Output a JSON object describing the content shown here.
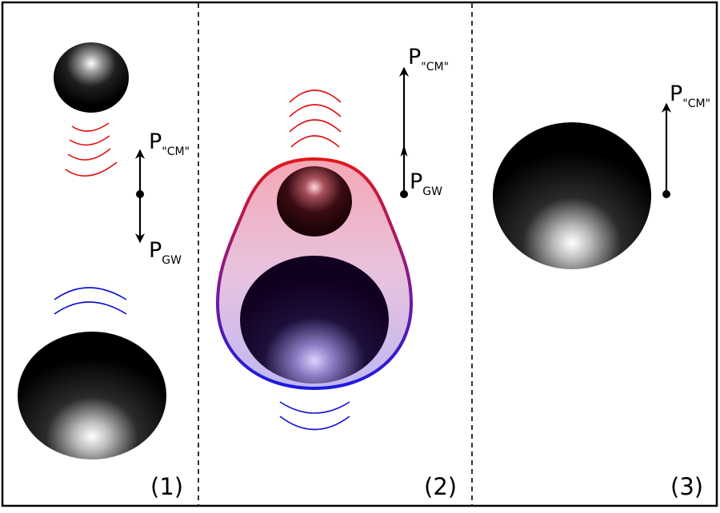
{
  "panels": [
    {
      "label": "(1)",
      "momentum_cm": {
        "base": "P",
        "subscript": "\"CM\""
      },
      "momentum_gw": {
        "base": "P",
        "subscript": "GW"
      }
    },
    {
      "label": "(2)",
      "momentum_cm": {
        "base": "P",
        "subscript": "\"CM\""
      },
      "momentum_gw": {
        "base": "P",
        "subscript": "GW"
      }
    },
    {
      "label": "(3)",
      "momentum_cm": {
        "base": "P",
        "subscript": "\"CM\""
      }
    }
  ],
  "colors": {
    "forward_waves": "#e01010",
    "backward_waves": "#1010d0",
    "black_hole": "#000000",
    "highlight": "#ffffff",
    "divider": "#000000"
  },
  "icons": [
    "black-hole-icon",
    "gravitational-wave-arcs-icon",
    "momentum-arrow-icon",
    "horizon-envelope-icon"
  ]
}
